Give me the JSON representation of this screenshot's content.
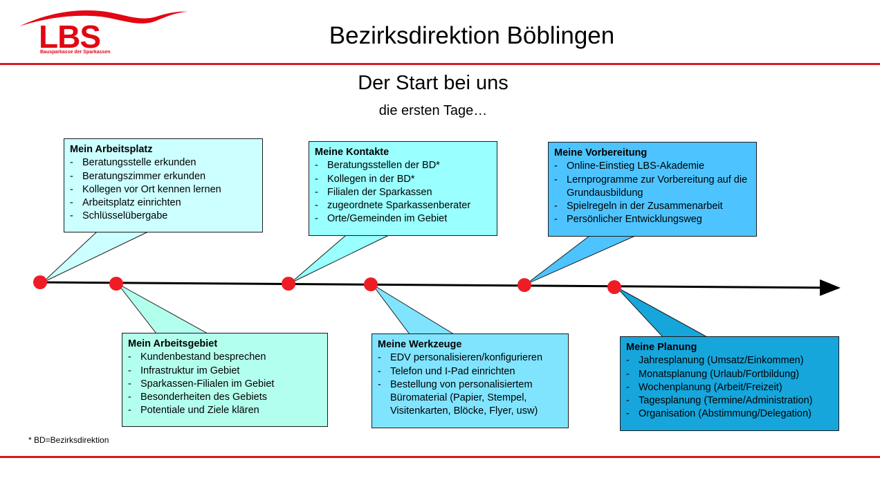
{
  "header": {
    "logo_text": "LBS",
    "logo_subtitle": "Bausparkasse der Sparkassen",
    "title": "Bezirksdirektion  Böblingen"
  },
  "subtitle": "Der Start bei uns",
  "subtitle2": "die ersten Tage…",
  "colors": {
    "accent_red": "#d7191f",
    "marker_red": "#ee1c25"
  },
  "boxes": [
    {
      "id": "arbeitsplatz",
      "title": "Mein Arbeitsplatz",
      "items": [
        "Beratungsstelle erkunden",
        "Beratungszimmer erkunden",
        "Kollegen vor Ort kennen lernen",
        "Arbeitsplatz einrichten",
        "Schlüsselübergabe"
      ],
      "fill": "#ccffff"
    },
    {
      "id": "arbeitsgebiet",
      "title": "Mein Arbeitsgebiet",
      "items": [
        "Kundenbestand besprechen",
        "Infrastruktur  im Gebiet",
        "Sparkassen-Filialen im Gebiet",
        "Besonderheiten des Gebiets",
        "Potentiale und Ziele klären"
      ],
      "fill": "#b3ffee"
    },
    {
      "id": "kontakte",
      "title": "Meine Kontakte",
      "items": [
        "Beratungsstellen der BD*",
        "Kollegen in der BD*",
        "Filialen der Sparkassen",
        "zugeordnete Sparkassenberater",
        "Orte/Gemeinden im Gebiet"
      ],
      "fill": "#99ffff"
    },
    {
      "id": "werkzeuge",
      "title": "Meine Werkzeuge",
      "items": [
        "EDV personalisieren/konfigurieren",
        "Telefon und I-Pad einrichten",
        "Bestellung von personalisiertem Büromaterial (Papier, Stempel, Visitenkarten, Blöcke, Flyer, usw)"
      ],
      "fill": "#80e4ff"
    },
    {
      "id": "vorbereitung",
      "title": "Meine Vorbereitung",
      "items": [
        "Online-Einstieg LBS-Akademie",
        "Lernprogramme zur Vorbereitung auf die Grundausbildung",
        "Spielregeln in der Zusammenarbeit",
        "Persönlicher Entwicklungsweg"
      ],
      "fill": "#4dc4ff"
    },
    {
      "id": "planung",
      "title": "Meine Planung",
      "items": [
        "Jahresplanung (Umsatz/Einkommen)",
        "Monatsplanung (Urlaub/Fortbildung)",
        "Wochenplanung (Arbeit/Freizeit)",
        "Tagesplanung (Termine/Administration)",
        "Organisation (Abstimmung/Delegation)"
      ],
      "fill": "#16a6dc"
    }
  ],
  "footnote": "* BD=Bezirksdirektion"
}
